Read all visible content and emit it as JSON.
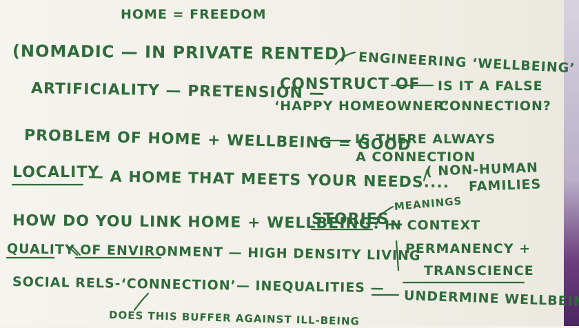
{
  "notes": {
    "line1": "HOME = FREEDOM",
    "line2": "(NOMADIC — IN PRIVATE RENTED)",
    "line3_right": "ENGINEERING ‘WELLBEING’",
    "line4_left": "ARTIFICIALITY — PRETENSION —",
    "line4_mid": "CONSTRUCT OF",
    "line4_right": "IS IT A FALSE",
    "line5_mid": "‘HAPPY HOMEOWNER’",
    "line5_right": "CONNECTION?",
    "line6_left": "PROBLEM OF HOME + WELLBEING = GOOD",
    "line6_right": "IS THERE ALWAYS",
    "line7_right": "A CONNECTION",
    "line8_left": "LOCALITY",
    "line8_mid": "— A HOME THAT MEETS YOUR NEEDS....",
    "line8_right": "( NON-HUMAN",
    "line9_right": "FAMILIES",
    "line10_left": "HOW DO YOU LINK HOME + WELLBEING? —",
    "line10_stories": "STORIES",
    "line10_right": "MEANINGS",
    "line11_right": "IN CONTEXT",
    "line12_left": "QUALITY OF ENVIRONMENT — HIGH DENSITY LIVING",
    "line12_right": "PERMANENCY +",
    "line13_right": "TRANSCIENCE",
    "line14_left": "SOCIAL RELS-‘CONNECTION’— INEQUALITIES —",
    "line14_right": "UNDERMINE WELLBEING",
    "line15": "DOES THIS BUFFER AGAINST ILL-BEING"
  },
  "colors": {
    "ink": "#2f6b3b",
    "paper": "#f3f1ea",
    "edge": "#4b2562"
  }
}
